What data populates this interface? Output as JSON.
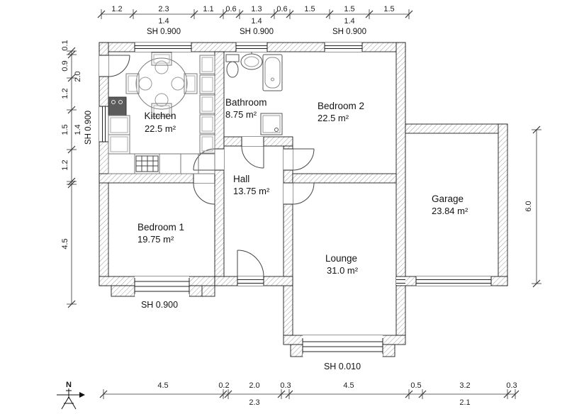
{
  "rooms": [
    {
      "id": "kitchen",
      "name": "Kitchen",
      "area": "22.5 m²"
    },
    {
      "id": "bathroom",
      "name": "Bathroom",
      "area": "8.75 m²"
    },
    {
      "id": "bedroom2",
      "name": "Bedroom 2",
      "area": "22.5 m²"
    },
    {
      "id": "bedroom1",
      "name": "Bedroom 1",
      "area": "19.75 m²"
    },
    {
      "id": "hall",
      "name": "Hall",
      "area": "13.75 m²"
    },
    {
      "id": "lounge",
      "name": "Lounge",
      "area": "31.0 m²"
    },
    {
      "id": "garage",
      "name": "Garage",
      "area": "23.84 m²"
    }
  ],
  "dimensions": {
    "top": {
      "segments": [
        "1.2",
        "2.3",
        "1.1",
        "0.6",
        "1.3",
        "0.6",
        "1.5",
        "1.5",
        "1.5"
      ],
      "window_widths": [
        "1.4",
        "1.4",
        "1.4"
      ],
      "window_sills": [
        "SH 0.900",
        "SH 0.900",
        "SH 0.900"
      ]
    },
    "left": {
      "segments": [
        "0.1",
        "0.9",
        "1.2",
        "1.5",
        "1.2",
        "4.5"
      ],
      "inner": [
        "2.0",
        "1.4"
      ],
      "window_sill": "SH 0.900"
    },
    "right": {
      "segments": [
        "6.0"
      ]
    },
    "bottom": {
      "segments": [
        "4.5",
        "0.2",
        "2.0",
        "0.3",
        "4.5",
        "0.5",
        "3.2",
        "0.3"
      ],
      "inner": [
        "2.3",
        "2.1"
      ]
    }
  },
  "annotations": {
    "bedroom1_window_sill": "SH 0.900",
    "lounge_window_sill": "SH 0.010"
  },
  "compass": {
    "label": "N"
  }
}
